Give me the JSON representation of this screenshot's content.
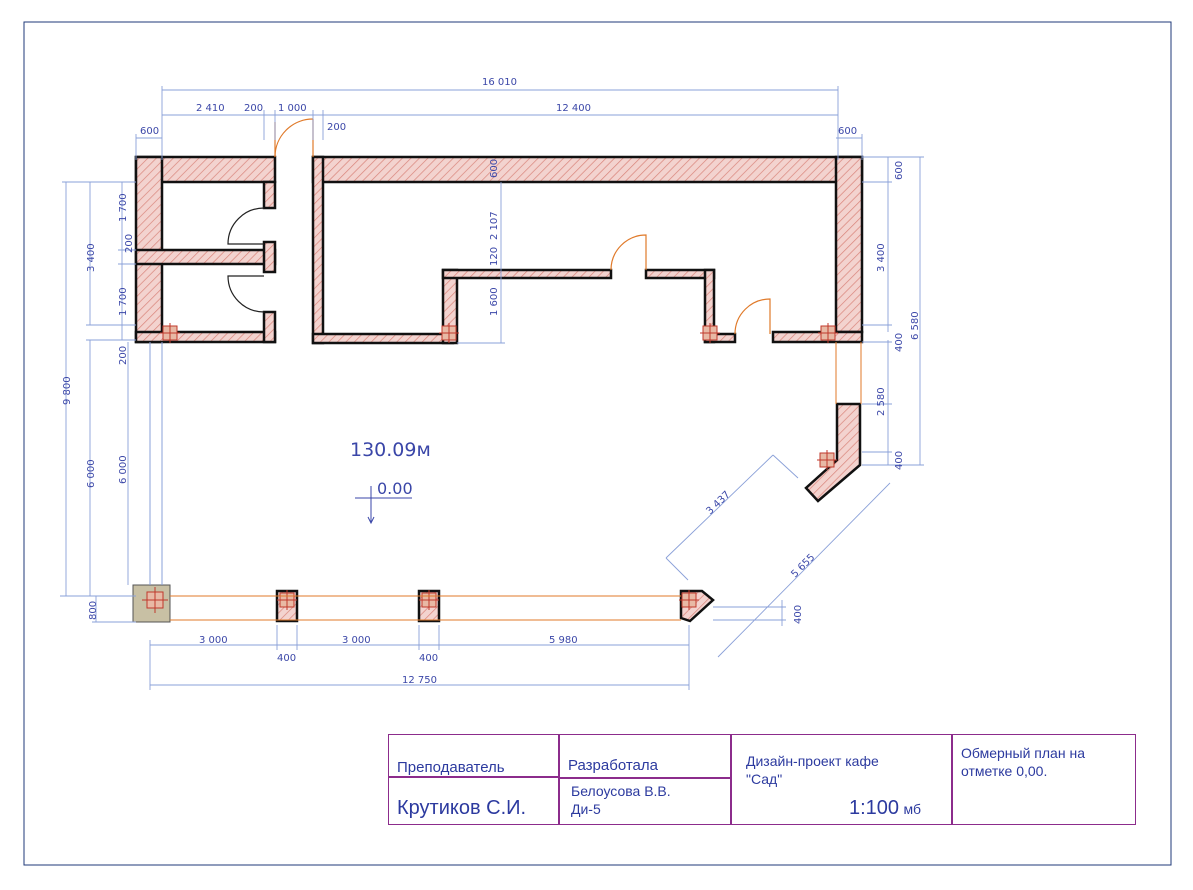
{
  "drawing": {
    "area_label": "130.09м",
    "level_label": "0.00",
    "colors": {
      "frame": "#1f3a78",
      "dimension": "#4a58c0",
      "wall_fill": "#f3d3cf",
      "hatch": "#d9847a",
      "door": "#e07a2a",
      "titleblock_border": "#8c2c8c"
    },
    "dimensions": {
      "top_total": "16 010",
      "top_segments": [
        "2 410",
        "200",
        "1 000",
        "12 400"
      ],
      "top_small": [
        "600",
        "200",
        "600"
      ],
      "inner_vertical": [
        "600",
        "2 107",
        "120",
        "1 600"
      ],
      "left_outer": [
        "9 800",
        "3 400",
        "6 000",
        "800"
      ],
      "left_inner": [
        "1 700",
        "200",
        "1 700",
        "200",
        "6 000"
      ],
      "right": [
        "600",
        "3 400",
        "400",
        "6 580",
        "2 580",
        "400"
      ],
      "diagonal": [
        "3 437",
        "5 655",
        "400"
      ],
      "bottom_segments": [
        "3 000",
        "400",
        "3 000",
        "400",
        "5 980"
      ],
      "bottom_total": "12 750"
    }
  },
  "titleblock": {
    "teacher_label": "Преподаватель",
    "teacher_name": "Крутиков С.И.",
    "author_label": "Разработала",
    "author_name": "Белоусова В.В.",
    "author_group": "Ди-5",
    "project_line1": "Дизайн-проект кафе",
    "project_line2": "\"Сад\"",
    "scale": "1:100",
    "scale_suffix": "мб",
    "sheet_title_line1": "Обмерный план на",
    "sheet_title_line2": "отметке 0,00."
  }
}
